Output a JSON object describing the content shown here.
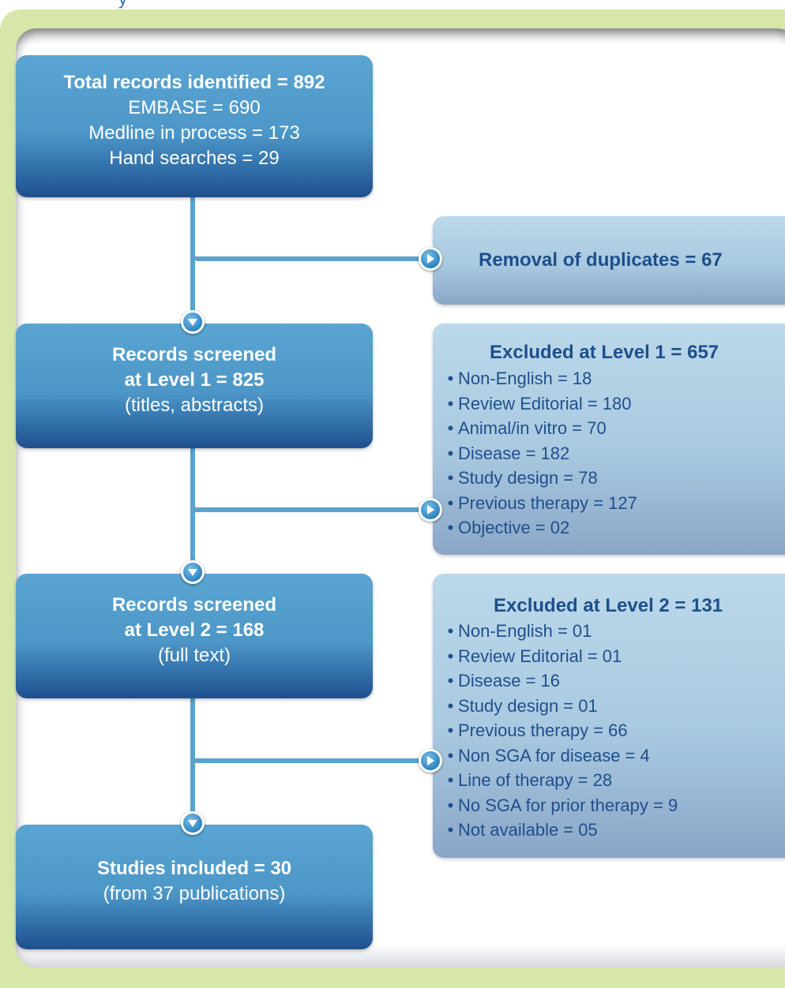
{
  "header": {
    "title_fragment": "y"
  },
  "boxes": {
    "identified": {
      "title": "Total records identified = 892",
      "lines": [
        "EMBASE = 690",
        "Medline in process = 173",
        "Hand searches = 29"
      ]
    },
    "duplicates": {
      "title": "Removal of duplicates = 67"
    },
    "level1": {
      "line1": "Records screened",
      "line2": "at Level 1 = 825",
      "note": "(titles, abstracts)"
    },
    "excluded1": {
      "title": "Excluded at Level 1 =  657",
      "items": [
        "Non-English = 18",
        "Review Editorial = 180",
        "Animal/in vitro = 70",
        "Disease = 182",
        "Study design = 78",
        "Previous therapy = 127",
        "Objective = 02"
      ]
    },
    "level2": {
      "line1": "Records screened",
      "line2": "at Level 2 = 168",
      "note": "(full text)"
    },
    "excluded2": {
      "title": "Excluded at Level 2 = 131",
      "items": [
        "Non-English = 01",
        "Review Editorial = 01",
        "Disease = 16",
        "Study design = 01",
        "Previous therapy = 66",
        "Non SGA for disease = 4",
        "Line of therapy = 28",
        "No SGA for prior therapy = 9",
        "Not available = 05"
      ]
    },
    "included": {
      "title": "Studies included = 30",
      "note": "(from 37 publications)"
    }
  },
  "colors": {
    "main_box": "#4d97c8",
    "side_box": "#a9c9e0",
    "side_text": "#1d4f8c",
    "frame": "#d6e7a9",
    "connector": "#5aa3cf"
  },
  "icons": {
    "down_arrow": "down-arrow-icon",
    "right_arrow": "right-arrow-icon"
  }
}
